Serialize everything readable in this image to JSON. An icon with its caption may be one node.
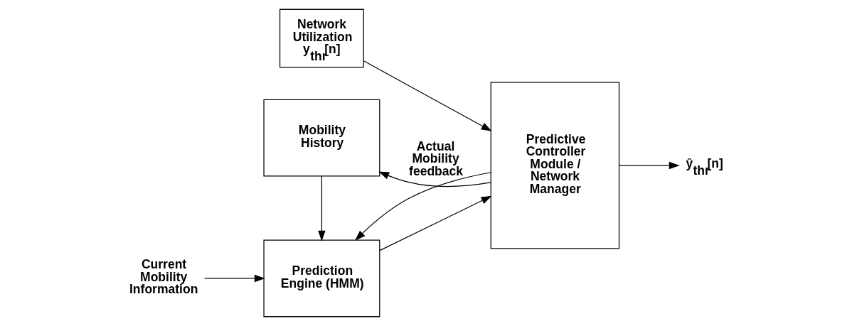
{
  "diagram": {
    "nodes": [
      {
        "text": [
          "Current Mobility Information"
        ]
      },
      {
        "text": [
          "Prediction Engine (HMM)"
        ]
      },
      {
        "text": [
          "Mobility History"
        ]
      },
      {
        "text": [
          "Network Utilization y$_{thr}$[n]"
        ]
      },
      {
        "text": [
          "Predictive Controller Module / Network Manager"
        ]
      },
      {
        "text": [
          "ŷ$_{thr}$[n]"
        ]
      }
    ],
    "edges": [
      {
        "from": 0,
        "to": 1,
        "arrow": "to"
      },
      {
        "from": 1,
        "to": 4,
        "arrow": "to"
      },
      {
        "from": 2,
        "to": 1,
        "arrow": "to"
      },
      {
        "from": 3,
        "to": 4,
        "arrow": "to"
      },
      {
        "from": 4,
        "to": 5,
        "arrow": "to"
      },
      {
        "from": 4,
        "to": 1,
        "arrow": "to",
        "label": "Actual Mobility feedback"
      },
      {
        "from": 4,
        "to": 2,
        "arrow": "to"
      }
    ]
  }
}
